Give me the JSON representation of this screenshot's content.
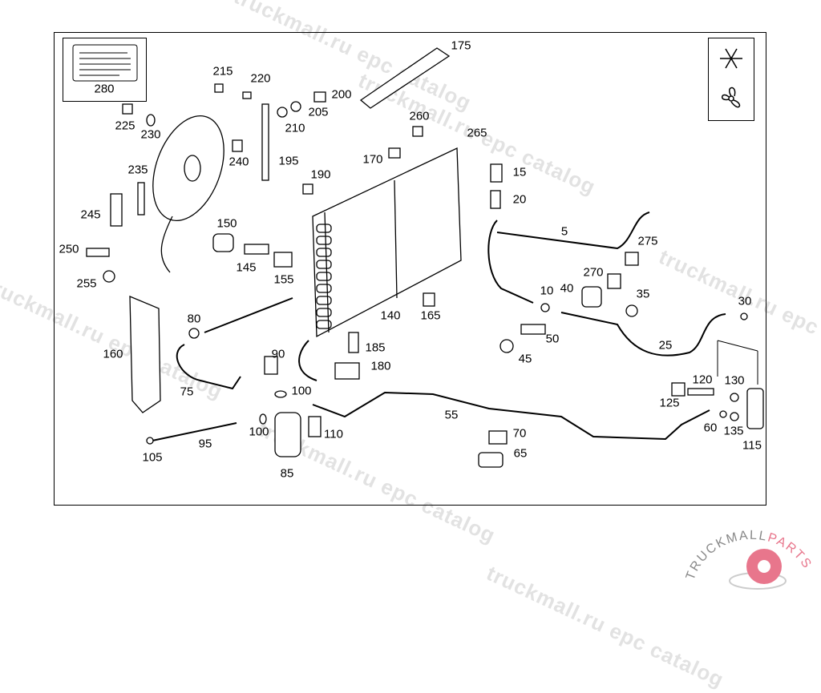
{
  "diagram": {
    "part_labels": [
      "175",
      "215",
      "220",
      "200",
      "205",
      "210",
      "280",
      "225",
      "230",
      "240",
      "195",
      "260",
      "265",
      "170",
      "190",
      "15",
      "20",
      "235",
      "245",
      "150",
      "5",
      "275",
      "250",
      "145",
      "155",
      "270",
      "255",
      "10",
      "40",
      "35",
      "30",
      "140",
      "165",
      "80",
      "50",
      "25",
      "185",
      "45",
      "160",
      "90",
      "180",
      "120",
      "130",
      "75",
      "100",
      "125",
      "55",
      "100",
      "110",
      "60",
      "135",
      "115",
      "95",
      "70",
      "105",
      "65",
      "85"
    ],
    "symbols": [
      "snowflake-icon",
      "fan-icon"
    ]
  },
  "watermark": "truckmall.ru epc catalog",
  "logo": {
    "text_main": "TRUCKMALL",
    "text_accent": "PARTS",
    "accent_color": "#e8768c"
  }
}
